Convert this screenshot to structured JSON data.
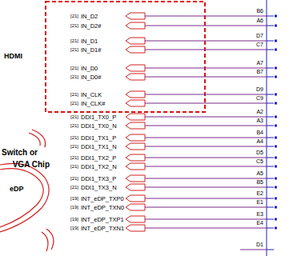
{
  "diagram": {
    "labels": [
      "HDMI",
      "[21]",
      "IN_D2",
      "[21]",
      "IN_D2#",
      "[21]",
      "IN_D1",
      "[21]",
      "IN_D1#",
      "[21]",
      "IN_D0",
      "[21]",
      "IN_D0#",
      "[21]",
      "IN_CLK",
      "[21]",
      "IN_CLK#",
      "[21]",
      "DDI1_TX0_P",
      "[21]",
      "DDI1_TX0_N",
      "[21]",
      "DDI1_TX1_P",
      "[21]",
      "DDI1_TX1_N",
      "[21]",
      "DDI1_TX2_P",
      "[21]",
      "DDI1_TX2_N",
      "[21]",
      "DDI1_TX3_P",
      "[21]",
      "DDI1_TX3_N",
      "Switch or VGA Chip",
      "eDP",
      "[19]",
      "INT_eDP_TXP0",
      "[19]",
      "INT_eDP_TXN0",
      "[19]",
      "INT_eDP_TXP1",
      "[19]",
      "INT_eDP_TXN1",
      "B6",
      "A6",
      "D7",
      "C7",
      "A7",
      "B7",
      "D9",
      "C9",
      "A2",
      "A3",
      "B4",
      "A4",
      "D5",
      "C5",
      "A5",
      "B5",
      "E2",
      "E1",
      "E3",
      "E4",
      "D1"
    ]
  }
}
